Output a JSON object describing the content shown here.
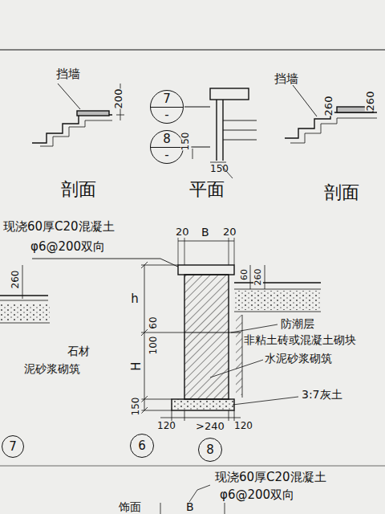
{
  "diagram": {
    "nodes": [
      {
        "text": [
          "7",
          "-"
        ]
      },
      {
        "text": [
          "8",
          "-"
        ]
      },
      {
        "text": [
          "7"
        ]
      },
      {
        "text": [
          "6"
        ]
      },
      {
        "text": [
          "8"
        ]
      }
    ],
    "labels": [
      "挡墙",
      "200",
      "150",
      "150",
      "剖面",
      "平面",
      "剖面",
      "挡墙",
      "260",
      "260",
      "现浇60厚C20混凝土",
      "φ6@200双向",
      "20",
      "B",
      "20",
      "h",
      "60",
      "260",
      "260",
      "100",
      "60",
      "H",
      "150",
      "防潮层",
      "非粘土砖或混凝土砌块",
      "水泥砂浆砌筑",
      "3:7灰土",
      "石材",
      "泥砂浆砌筑",
      "120",
      ">240",
      "120",
      "现浇60厚C20混凝土",
      "φ6@200双向",
      "饰面",
      "B"
    ]
  }
}
